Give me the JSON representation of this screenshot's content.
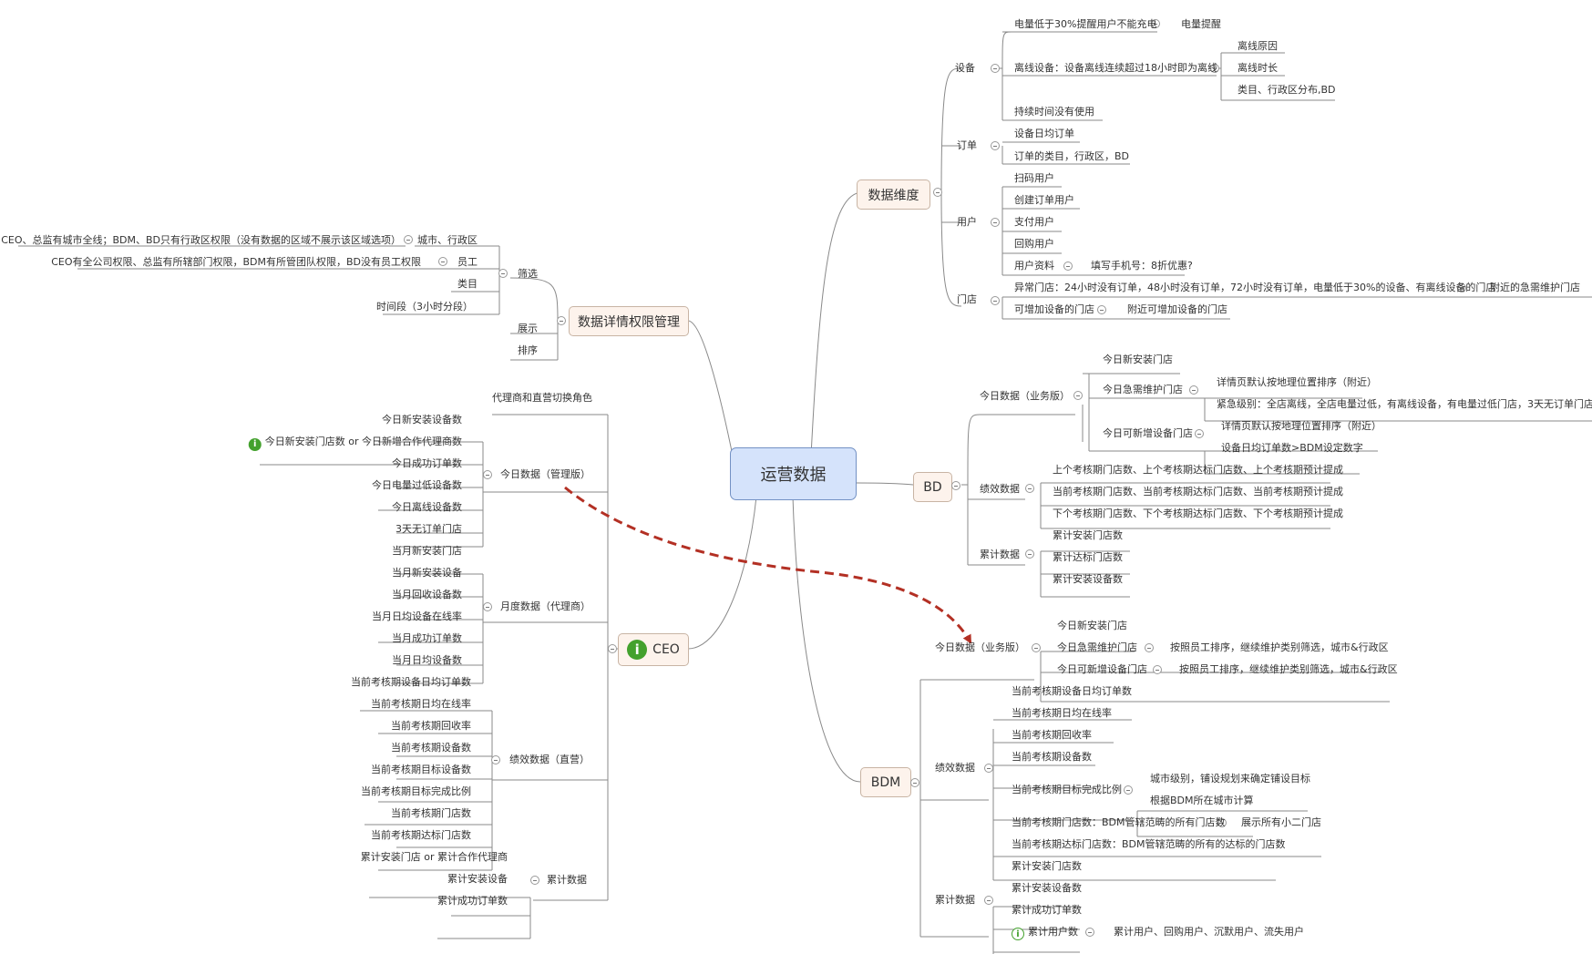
{
  "central": "运营数据",
  "topics": {
    "dimension": "数据维度",
    "permission": "数据详情权限管理",
    "bd": "BD",
    "ceo": "CEO",
    "bdm": "BDM"
  },
  "dimension": {
    "device": "设备",
    "battery_low": "电量低于30%提醒用户不能充电",
    "battery_remind": "电量提醒",
    "offline_device": "离线设备：设备离线连续超过18小时即为离线",
    "offline_reason": "离线原因",
    "offline_duration": "离线时长",
    "offline_dist": "类目、行政区分布,BD",
    "unused": "持续时间没有使用",
    "order": "订单",
    "daily_avg_order": "设备日均订单",
    "order_dist": "订单的类目，行政区，BD",
    "user": "用户",
    "scan_user": "扫码用户",
    "create_order_user": "创建订单用户",
    "pay_user": "支付用户",
    "repurchase_user": "回购用户",
    "user_profile": "用户资料",
    "fill_phone": "填写手机号：8折优惠?",
    "store": "门店",
    "abnormal_store": "异常门店：24小时没有订单，48小时没有订单，72小时没有订单，电量低于30%的设备、有离线设备的门店",
    "nearby_urgent": "附近的急需维护门店",
    "addable_store": "可增加设备的门店",
    "nearby_addable": "附近可增加设备的门店"
  },
  "permission": {
    "filter": "筛选",
    "city_district": "城市、行政区",
    "city_district_note": "CEO、总监有城市全线；BDM、BD只有行政区权限（没有数据的区域不展示该区域选项）",
    "staff": "员工",
    "staff_note": "CEO有全公司权限、总监有所辖部门权限，BDM有所管团队权限，BD没有员工权限",
    "category": "类目",
    "time_period": "时间段（3小时分段）",
    "display": "展示",
    "sort": "排序"
  },
  "bd": {
    "today_data": "今日数据（业务版）",
    "today_new_store": "今日新安装门店",
    "today_urgent_store": "今日急需维护门店",
    "detail_sort_1": "详情页默认按地理位置排序（附近）",
    "urgency_level": "紧急级别：全店离线，全店电量过低，有离线设备，有电量过低门店，3天无订单门店",
    "today_addable_store": "今日可新增设备门店",
    "detail_sort_2": "详情页默认按地理位置排序（附近）",
    "daily_order_gt": "设备日均订单数>BDM设定数字",
    "performance": "绩效数据",
    "prev_period": "上个考核期门店数、上个考核期达标门店数、上个考核期预计提成",
    "curr_period": "当前考核期门店数、当前考核期达标门店数、当前考核期预计提成",
    "next_period": "下个考核期门店数、下个考核期达标门店数、下个考核期预计提成",
    "cumulative": "累计数据",
    "cum_install_store": "累计安装门店数",
    "cum_qualified_store": "累计达标门店数",
    "cum_install_device": "累计安装设备数"
  },
  "ceo": {
    "switch_role": "代理商和直营切换角色",
    "today_mgmt": "今日数据（管理版）",
    "today_install_device": "今日新安装设备数",
    "today_new_store_or": "今日新安装门店数  or  今日新增合作代理商数",
    "today_success_order": "今日成功订单数",
    "today_low_battery": "今日电量过低设备数",
    "today_offline": "今日离线设备数",
    "no_order_3d": "3天无订单门店",
    "monthly": "月度数据（代理商）",
    "m_new_store": "当月新安装门店",
    "m_new_device": "当月新安装设备",
    "m_recycle": "当月回收设备数",
    "m_online_rate": "当月日均设备在线率",
    "m_success_order": "当月成功订单数",
    "m_daily_device": "当月日均设备数",
    "performance": "绩效数据（直营）",
    "p_daily_order": "当前考核期设备日均订单数",
    "p_online_rate": "当前考核期日均在线率",
    "p_recycle_rate": "当前考核期回收率",
    "p_device_count": "当前考核期设备数",
    "p_target_device": "当前考核期目标设备数",
    "p_target_ratio": "当前考核期目标完成比例",
    "p_store_count": "当前考核期门店数",
    "p_qualified_store": "当前考核期达标门店数",
    "cumulative": "累计数据",
    "cum_store_or": "累计安装门店   or  累计合作代理商",
    "cum_device": "累计安装设备",
    "cum_success_order": "累计成功订单数"
  },
  "bdm": {
    "today_data": "今日数据（业务版）",
    "today_new_store": "今日新安装门店",
    "today_urgent": "今日急需维护门店",
    "urgent_filter": "按照员工排序，继续维护类别筛选，城市&行政区",
    "today_addable": "今日可新增设备门店",
    "addable_filter": "按照员工排序，继续维护类别筛选，城市&行政区",
    "performance": "绩效数据",
    "p_daily_order": "当前考核期设备日均订单数",
    "p_online_rate": "当前考核期日均在线率",
    "p_recycle_rate": "当前考核期回收率",
    "p_device_count": "当前考核期设备数",
    "p_target_ratio": "当前考核期目标完成比例",
    "city_level": "城市级别，铺设规划来确定铺设目标",
    "by_city": "根据BDM所在城市计算",
    "p_store_count": "当前考核期门店数：BDM管辖范畴的所有门店数",
    "show_all": "展示所有小二门店",
    "p_qualified": "当前考核期达标门店数：BDM管辖范畴的所有的达标的门店数",
    "cumulative": "累计数据",
    "cum_store": "累计安装门店数",
    "cum_device": "累计安装设备数",
    "cum_order": "累计成功订单数",
    "cum_users": "累计用户数",
    "cum_users_detail": "累计用户、回购用户、沉默用户、流失用户"
  },
  "colors": {
    "central_fill": "#d5e3fb",
    "topic_fill": "#fdf3ec",
    "line": "#888888",
    "arrow": "#b33024",
    "info_icon": "#43a12d"
  }
}
